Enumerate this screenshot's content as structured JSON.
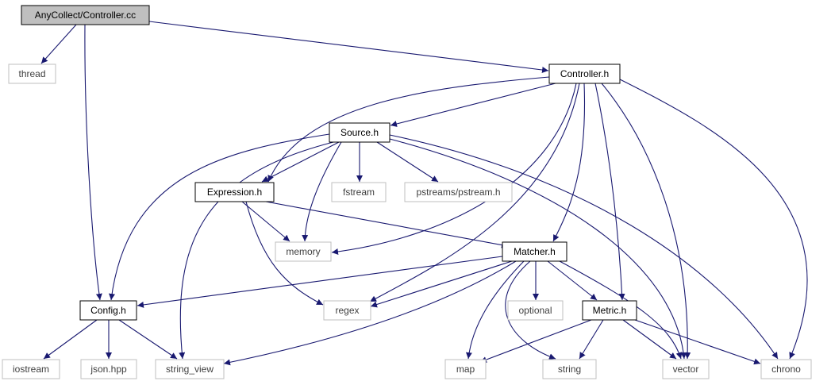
{
  "colors": {
    "edge": "#191970",
    "main_fill": "#bfbfbf",
    "main_stroke": "#000000",
    "header_stroke": "#000000",
    "system_stroke": "#bfbfbf",
    "text": "#000000",
    "system_text": "#404040"
  },
  "nodes": [
    {
      "id": "controller_cc",
      "label": "AnyCollect/Controller.cc",
      "kind": "main"
    },
    {
      "id": "thread",
      "label": "thread",
      "kind": "system"
    },
    {
      "id": "controller_h",
      "label": "Controller.h",
      "kind": "header"
    },
    {
      "id": "source_h",
      "label": "Source.h",
      "kind": "header"
    },
    {
      "id": "expression_h",
      "label": "Expression.h",
      "kind": "header"
    },
    {
      "id": "fstream",
      "label": "fstream",
      "kind": "system"
    },
    {
      "id": "pstream_h",
      "label": "pstreams/pstream.h",
      "kind": "system"
    },
    {
      "id": "memory",
      "label": "memory",
      "kind": "system"
    },
    {
      "id": "matcher_h",
      "label": "Matcher.h",
      "kind": "header"
    },
    {
      "id": "config_h",
      "label": "Config.h",
      "kind": "header"
    },
    {
      "id": "regex",
      "label": "regex",
      "kind": "system"
    },
    {
      "id": "optional",
      "label": "optional",
      "kind": "system"
    },
    {
      "id": "metric_h",
      "label": "Metric.h",
      "kind": "header"
    },
    {
      "id": "iostream",
      "label": "iostream",
      "kind": "system"
    },
    {
      "id": "json_hpp",
      "label": "json.hpp",
      "kind": "system"
    },
    {
      "id": "string_view",
      "label": "string_view",
      "kind": "system"
    },
    {
      "id": "map",
      "label": "map",
      "kind": "system"
    },
    {
      "id": "string",
      "label": "string",
      "kind": "system"
    },
    {
      "id": "vector",
      "label": "vector",
      "kind": "system"
    },
    {
      "id": "chrono",
      "label": "chrono",
      "kind": "system"
    }
  ],
  "edges": [
    [
      "controller_cc",
      "thread"
    ],
    [
      "controller_cc",
      "config_h"
    ],
    [
      "controller_cc",
      "controller_h"
    ],
    [
      "controller_h",
      "source_h"
    ],
    [
      "controller_h",
      "expression_h"
    ],
    [
      "controller_h",
      "memory"
    ],
    [
      "controller_h",
      "regex"
    ],
    [
      "controller_h",
      "matcher_h"
    ],
    [
      "controller_h",
      "metric_h"
    ],
    [
      "controller_h",
      "vector"
    ],
    [
      "controller_h",
      "chrono"
    ],
    [
      "source_h",
      "expression_h"
    ],
    [
      "source_h",
      "fstream"
    ],
    [
      "source_h",
      "pstream_h"
    ],
    [
      "source_h",
      "memory"
    ],
    [
      "source_h",
      "config_h"
    ],
    [
      "source_h",
      "string_view"
    ],
    [
      "source_h",
      "vector"
    ],
    [
      "source_h",
      "chrono"
    ],
    [
      "expression_h",
      "memory"
    ],
    [
      "expression_h",
      "regex"
    ],
    [
      "expression_h",
      "matcher_h"
    ],
    [
      "matcher_h",
      "config_h"
    ],
    [
      "matcher_h",
      "regex"
    ],
    [
      "matcher_h",
      "string_view"
    ],
    [
      "matcher_h",
      "optional"
    ],
    [
      "matcher_h",
      "metric_h"
    ],
    [
      "matcher_h",
      "map"
    ],
    [
      "matcher_h",
      "string"
    ],
    [
      "matcher_h",
      "vector"
    ],
    [
      "config_h",
      "iostream"
    ],
    [
      "config_h",
      "json_hpp"
    ],
    [
      "config_h",
      "string_view"
    ],
    [
      "metric_h",
      "map"
    ],
    [
      "metric_h",
      "string"
    ],
    [
      "metric_h",
      "vector"
    ],
    [
      "metric_h",
      "chrono"
    ]
  ]
}
